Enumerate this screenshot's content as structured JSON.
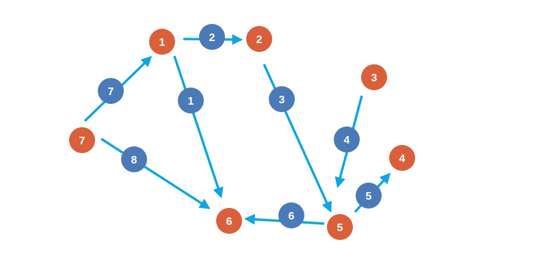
{
  "colors": {
    "node_fill": "#d9603b",
    "edge_label_fill": "#4a7ab8",
    "edge_stroke": "#0ea5e0",
    "label_text": "#ffffff"
  },
  "nodes": [
    {
      "id": "n1",
      "label": "1"
    },
    {
      "id": "n2",
      "label": "2"
    },
    {
      "id": "n3",
      "label": "3"
    },
    {
      "id": "n4",
      "label": "4"
    },
    {
      "id": "n5",
      "label": "5"
    },
    {
      "id": "n6",
      "label": "6"
    },
    {
      "id": "n7",
      "label": "7"
    }
  ],
  "edges": [
    {
      "id": "e1",
      "from": "n1",
      "to": "n6",
      "label": "1"
    },
    {
      "id": "e2",
      "from": "n1",
      "to": "n2",
      "label": "2"
    },
    {
      "id": "e3",
      "from": "n2",
      "to": "n5",
      "label": "3"
    },
    {
      "id": "e4",
      "from": "n3",
      "to": "n5",
      "label": "4"
    },
    {
      "id": "e5",
      "from": "n5",
      "to": "n4",
      "label": "5"
    },
    {
      "id": "e6",
      "from": "n5",
      "to": "n6",
      "label": "6"
    },
    {
      "id": "e7",
      "from": "n7",
      "to": "n1",
      "label": "7"
    },
    {
      "id": "e8",
      "from": "n7",
      "to": "n6",
      "label": "8"
    }
  ]
}
